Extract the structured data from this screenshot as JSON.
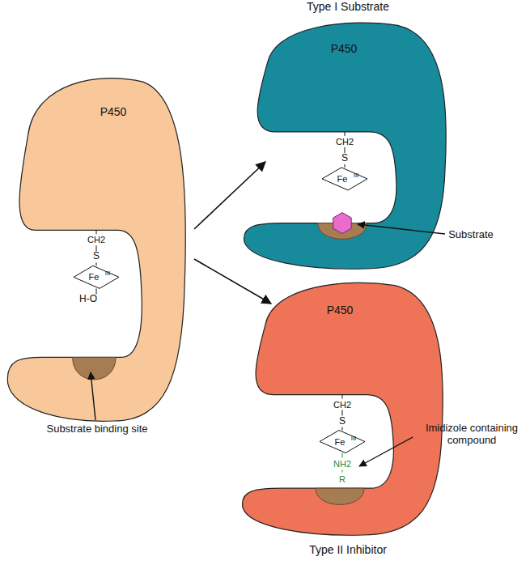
{
  "diagram": {
    "nodes": [
      {
        "text": [
          "P450"
        ]
      },
      {
        "text": [
          "Type I Substrate",
          "P450"
        ]
      },
      {
        "text": [
          "P450",
          "Type II Inhibitor"
        ]
      }
    ],
    "edges": [
      {
        "from": 0,
        "to": 1,
        "arrow": "to"
      },
      {
        "from": 0,
        "to": 2,
        "arrow": "to"
      }
    ],
    "labels": [
      "Substrate binding site",
      "Substrate",
      "Imidizole containing compound",
      "CH2",
      "S",
      "Fe",
      "III",
      "H-O",
      "CH2",
      "S",
      "Fe",
      "III",
      "CH2",
      "S",
      "Fe",
      "III",
      "NH2",
      "R"
    ]
  }
}
